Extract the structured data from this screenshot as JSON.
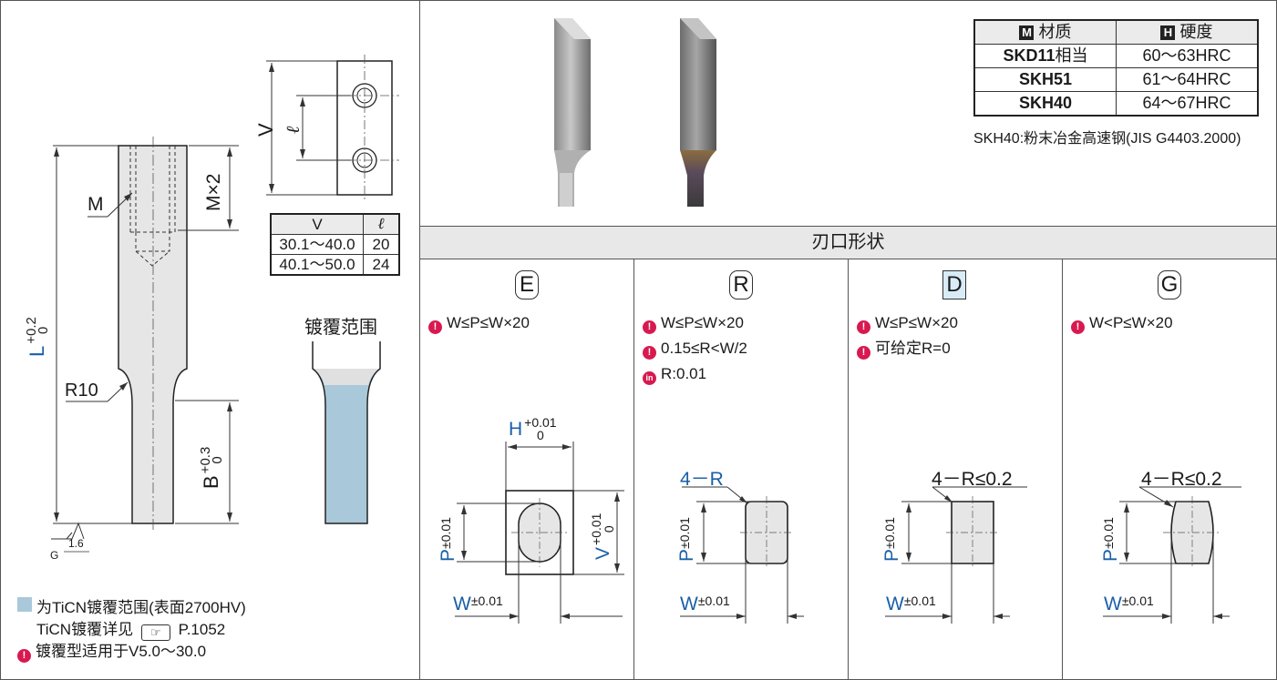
{
  "left_panel": {
    "labels": {
      "M": "M",
      "MX2": "M×2",
      "L_base": "L",
      "L_tol_upper": "+0.2",
      "L_tol_lower": "0",
      "R10": "R10",
      "B_base": "B",
      "B_tol_upper": "+0.3",
      "B_tol_lower": "0",
      "G": "G",
      "roughness": "1.6",
      "V": "V",
      "ell": "ℓ"
    },
    "v_table": {
      "headers": [
        "V",
        "ℓ"
      ],
      "rows": [
        [
          "30.1～40.0",
          "20"
        ],
        [
          "40.1～50.0",
          "24"
        ]
      ]
    },
    "coating_title": "镀覆范围",
    "notes": {
      "coating_legend": "为TiCN镀覆范围(表面2700HV)",
      "coating_detail_text": "TiCN镀覆详见",
      "coating_detail_icon": "pointing-hand-icon",
      "coating_detail_page": "P.1052",
      "coating_applicable": "镀覆型适用于V5.0～30.0"
    },
    "colors": {
      "coating": "#a9c9db",
      "part_fill": "#e6e6e6"
    }
  },
  "material_table": {
    "headers": [
      {
        "badge": "M",
        "label": "材质"
      },
      {
        "badge": "H",
        "label": "硬度"
      }
    ],
    "rows": [
      {
        "material": "SKD11",
        "suffix": "相当",
        "hardness": "60～63HRC"
      },
      {
        "material": "SKH51",
        "suffix": "",
        "hardness": "61～64HRC"
      },
      {
        "material": "SKH40",
        "suffix": "",
        "hardness": "64～67HRC"
      }
    ],
    "footnote": "SKH40:粉末冶金高速钢(JIS G4403.2000)"
  },
  "edge_section": {
    "title": "刃口形状",
    "types": [
      {
        "code": "E",
        "conditions": [
          {
            "icon": "warning-icon",
            "text": "W≤P≤W×20"
          }
        ],
        "labels": {
          "H": "H",
          "H_upper": "+0.01",
          "H_lower": "0",
          "P": "P",
          "P_tol": "±0.01",
          "V": "V",
          "V_upper": "+0.01",
          "V_lower": "0",
          "W": "W",
          "W_tol": "±0.01"
        }
      },
      {
        "code": "R",
        "conditions": [
          {
            "icon": "warning-icon",
            "text": "W≤P≤W×20"
          },
          {
            "icon": "warning-icon",
            "text": "0.15≤R<W/2"
          },
          {
            "icon": "info-icon",
            "text": "R:0.01"
          }
        ],
        "labels": {
          "corner": "4－R",
          "P": "P",
          "P_tol": "±0.01",
          "W": "W",
          "W_tol": "±0.01"
        }
      },
      {
        "code": "D",
        "conditions": [
          {
            "icon": "warning-icon",
            "text": "W≤P≤W×20"
          },
          {
            "icon": "warning-icon",
            "text": "可给定R=0"
          }
        ],
        "labels": {
          "corner": "4－R≤0.2",
          "P": "P",
          "P_tol": "±0.01",
          "W": "W",
          "W_tol": "±0.01"
        }
      },
      {
        "code": "G",
        "conditions": [
          {
            "icon": "warning-icon",
            "text": "W<P≤W×20"
          }
        ],
        "labels": {
          "corner": "4－R≤0.2",
          "P": "P",
          "P_tol": "±0.01",
          "W": "W",
          "W_tol": "±0.01"
        }
      }
    ],
    "colors": {
      "tag_d_fill": "#d8ecf7",
      "section_header": "#e8e8e8"
    }
  },
  "photos": [
    {
      "name": "punch-photo-uncoated"
    },
    {
      "name": "punch-photo-coated"
    }
  ]
}
